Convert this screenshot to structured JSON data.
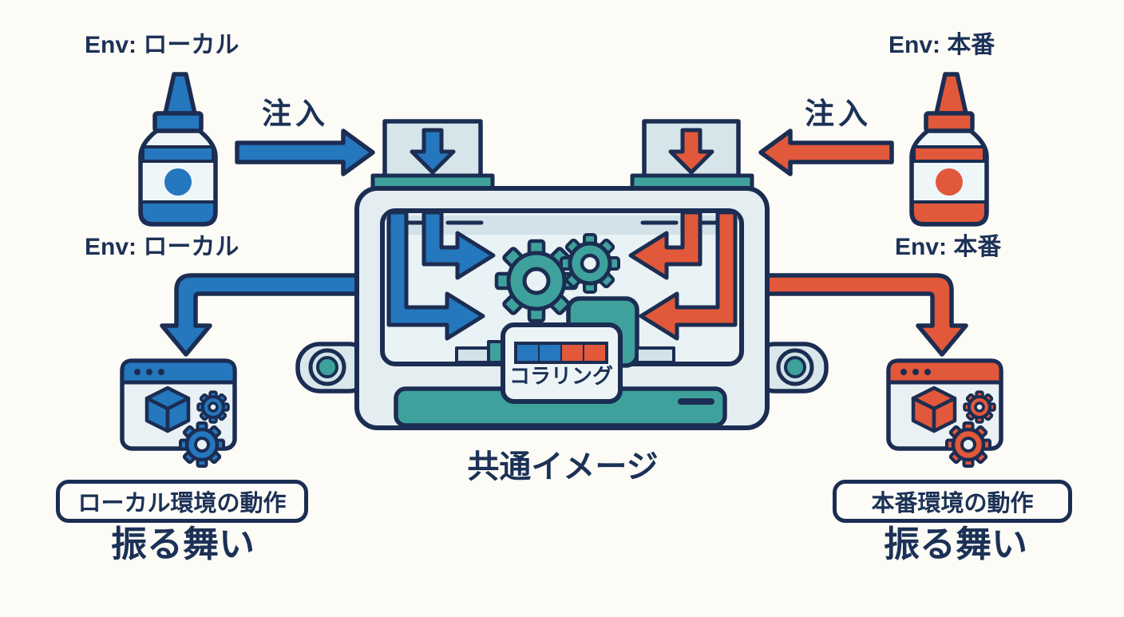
{
  "left_flow": {
    "env_label_top": "Env: ローカル",
    "env_label_bottom": "Env: ローカル",
    "inject_label": "注入",
    "behavior_box_label": "ローカル環境の動作",
    "behavior_label": "振る舞い"
  },
  "right_flow": {
    "env_label_top": "Env: 本番",
    "env_label_bottom": "Env: 本番",
    "inject_label": "注入",
    "behavior_box_label": "本番環境の動作",
    "behavior_label": "振る舞い"
  },
  "machine": {
    "caption": "共通イメージ",
    "panel_label": "コラリング"
  },
  "icons": {
    "left_bottle": "dropper-bottle-blue",
    "right_bottle": "dropper-bottle-orange",
    "machine": "processing-machine-with-gears",
    "left_window": "app-window-cube-gears-blue",
    "right_window": "app-window-cube-gears-orange"
  },
  "colors": {
    "blue": "#2577BE",
    "orange": "#E2583A",
    "teal": "#3FA19C",
    "outline_navy": "#1B2D52",
    "text_navy": "#1C3156",
    "machine_body": "#E4EEF1",
    "background": "#FCFBF6"
  }
}
